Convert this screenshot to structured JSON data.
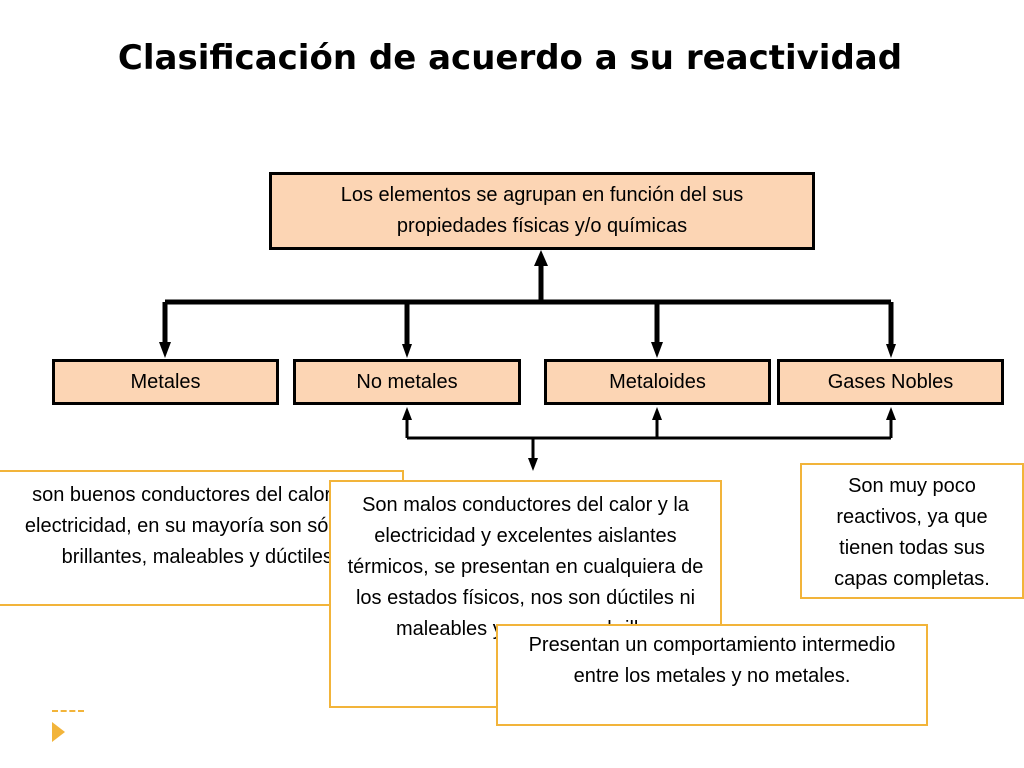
{
  "title": "Clasificación de acuerdo a su reactividad",
  "root": "Los elementos se agrupan en función del sus propiedades físicas y/o químicas",
  "categories": {
    "metales": "Metales",
    "no_metales": "No metales",
    "metaloides": "Metaloides",
    "gases_nobles": "Gases Nobles"
  },
  "descriptions": {
    "metales": "son buenos conductores del calor y la electricidad, en su mayoría son sólidos, brillantes, maleables y dúctiles.",
    "no_metales": "Son malos conductores del calor y la electricidad y excelentes aislantes térmicos, se presentan en cualquiera de los estados físicos, nos son dúctiles ni maleables y no poseen brillo.",
    "metaloides": "Presentan un comportamiento intermedio entre los metales y no metales.",
    "gases_nobles": "Son muy poco reactivos, ya que tienen todas sus capas completas."
  },
  "colors": {
    "box_fill": "#fcd5b4",
    "note_border": "#f2b43a"
  },
  "icons": [
    "play-icon"
  ]
}
